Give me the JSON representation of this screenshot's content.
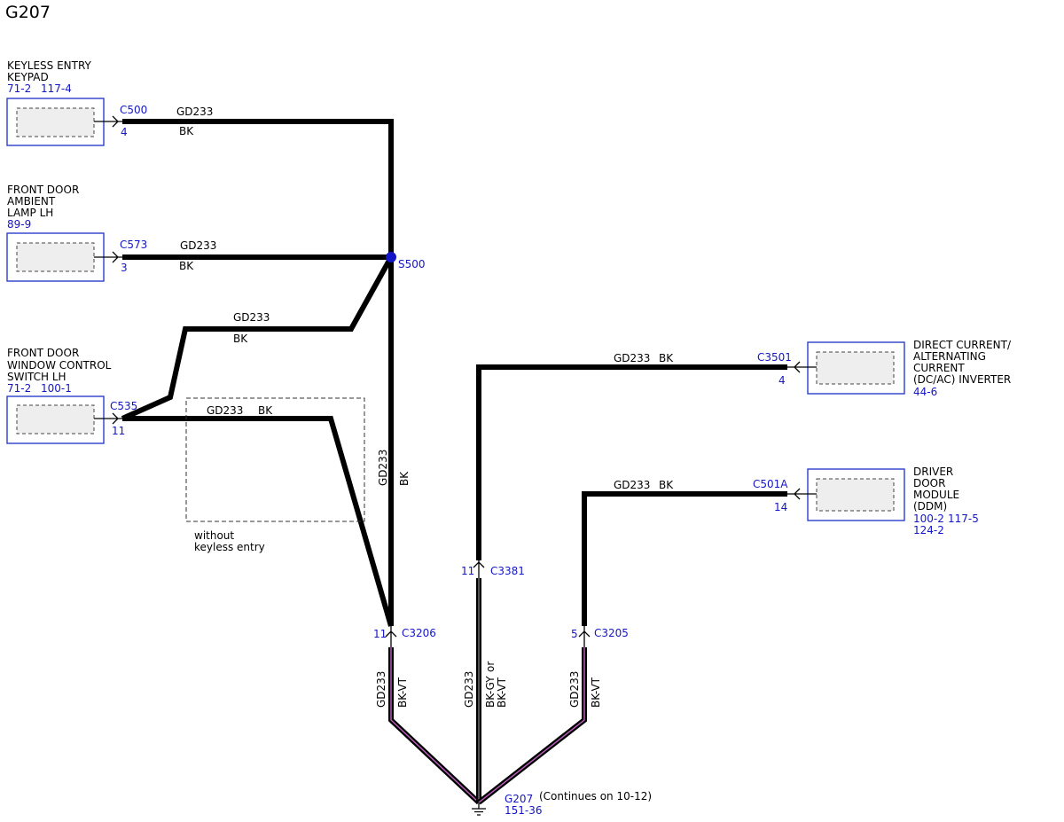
{
  "title": "G207",
  "components": {
    "keyless_keypad": {
      "name": [
        "KEYLESS ENTRY",
        "KEYPAD"
      ],
      "refs": [
        "71-2",
        "117-4"
      ]
    },
    "ambient_lamp": {
      "name": [
        "FRONT DOOR",
        "AMBIENT",
        "LAMP LH"
      ],
      "refs": [
        "89-9"
      ]
    },
    "window_switch": {
      "name": [
        "FRONT DOOR",
        "WINDOW CONTROL",
        "SWITCH LH"
      ],
      "refs": [
        "71-2",
        "100-1"
      ]
    },
    "inverter": {
      "name": [
        "DIRECT CURRENT/",
        "ALTERNATING",
        "CURRENT",
        "(DC/AC) INVERTER"
      ],
      "refs": [
        "44-6"
      ]
    },
    "ddm": {
      "name": [
        "DRIVER",
        "DOOR",
        "MODULE",
        "(DDM)"
      ],
      "refs": [
        "100-2",
        "117-5",
        "124-2"
      ]
    }
  },
  "connectors": {
    "c500": {
      "id": "C500",
      "pin": "4"
    },
    "c573": {
      "id": "C573",
      "pin": "3"
    },
    "c535": {
      "id": "C535",
      "pin": "11"
    },
    "c3501": {
      "id": "C3501",
      "pin": "4"
    },
    "c501a": {
      "id": "C501A",
      "pin": "14"
    },
    "c3381": {
      "id": "C3381",
      "pin": "11"
    },
    "c3206": {
      "id": "C3206",
      "pin": "11"
    },
    "c3205": {
      "id": "C3205",
      "pin": "5"
    }
  },
  "splice": {
    "id": "S500"
  },
  "circuit": "GD233",
  "colors": {
    "bk": "BK",
    "bk_vt": "BK-VT",
    "bk_gy": "BK-GY",
    "or": "or"
  },
  "option_note": [
    "without",
    "keyless entry"
  ],
  "ground": {
    "id": "G207",
    "ref": "151-36",
    "note": "(Continues on 10-12)"
  },
  "style": {
    "wire": "#000000",
    "connector_text": "#1515c8",
    "splice_dot": "#1515c8",
    "twisted_stripe": "#c060c0"
  }
}
